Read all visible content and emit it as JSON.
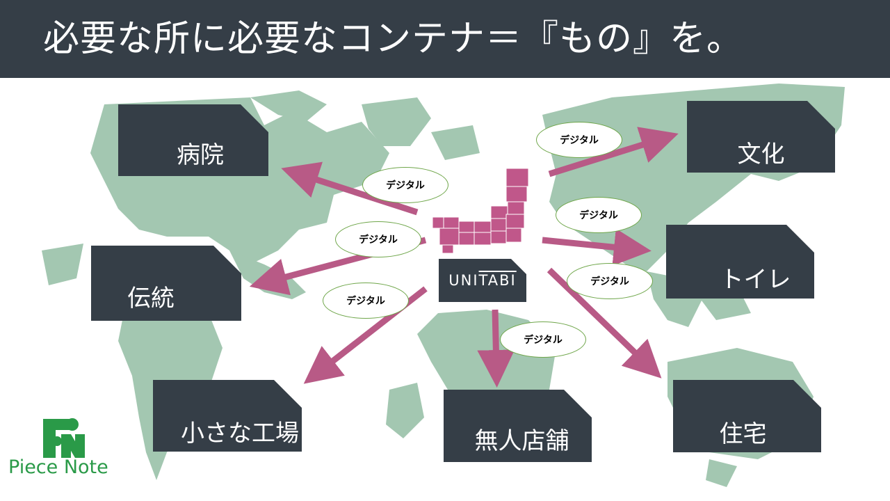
{
  "title": "必要な所に必要なコンテナ＝『もの』を。",
  "hub": {
    "part1": "UNI",
    "part2": "TABI"
  },
  "boxes": {
    "hospital": "病院",
    "culture": "文化",
    "tradition": "伝統",
    "toilet": "トイレ",
    "factory": "小さな工場",
    "store": "無人店舗",
    "housing": "住宅"
  },
  "arrow_label": "デジタル",
  "logo": {
    "text": "Piece Note"
  },
  "colors": {
    "banner": "#353e47",
    "map_land": "#a3c7b1",
    "arrow": "#b85a86",
    "japan": "#c0578a",
    "logo_green": "#2a9a48"
  }
}
